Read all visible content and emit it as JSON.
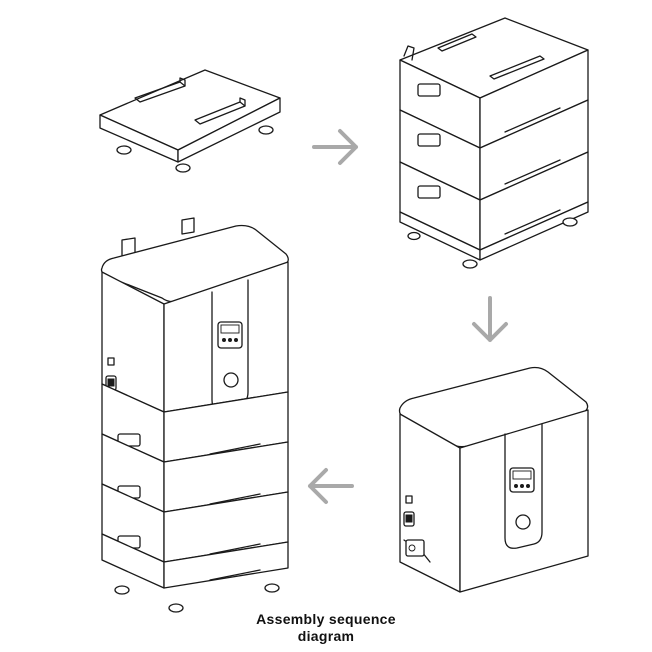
{
  "caption": {
    "line1": "Assembly sequence",
    "line2": "diagram"
  },
  "steps": [
    {
      "id": 1,
      "icon": "base-plate-icon"
    },
    {
      "id": 2,
      "icon": "stacked-battery-modules-icon"
    },
    {
      "id": 3,
      "icon": "control-box-icon"
    },
    {
      "id": 4,
      "icon": "assembled-battery-system-icon"
    }
  ],
  "arrows": [
    "right-arrow-icon",
    "down-arrow-icon",
    "left-arrow-icon"
  ],
  "colors": {
    "line": "#1a1a1a",
    "arrow": "#a9a9a9",
    "background": "#ffffff"
  }
}
